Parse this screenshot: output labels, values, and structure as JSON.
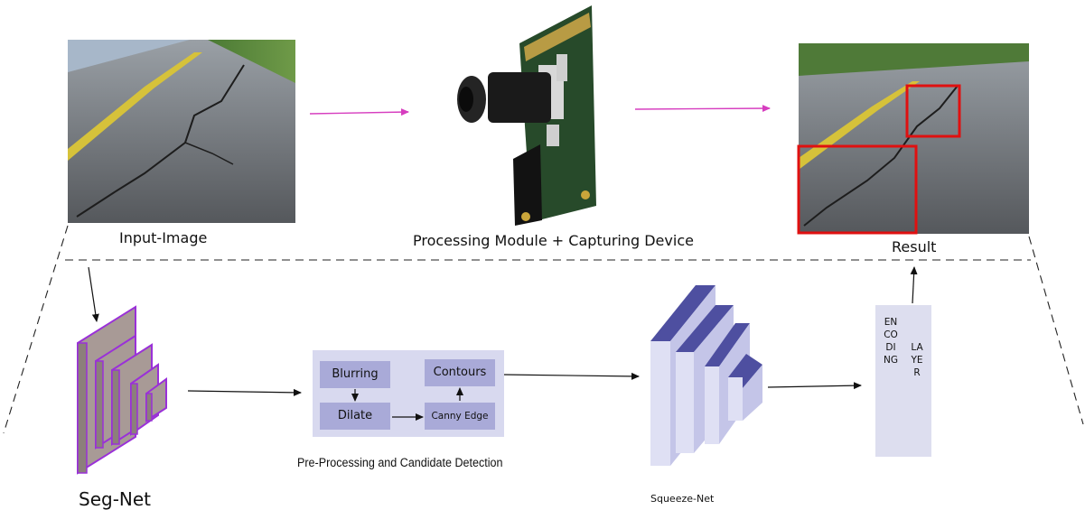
{
  "pipeline": {
    "input_label": "Input-Image",
    "processing_label": "Processing Module + Capturing Device",
    "result_label": "Result"
  },
  "segnet": {
    "label": "Seg-Net"
  },
  "preprocessing": {
    "label": "Pre-Processing and Candidate Detection",
    "steps": [
      "Blurring",
      "Dilate",
      "Canny Edge",
      "Contours"
    ]
  },
  "squeezenet": {
    "label": "Squeeze-Net"
  },
  "encoding": {
    "word1": "ENCODING",
    "word2": "LAYER"
  },
  "colors": {
    "arrow_magenta": "#d63dbf",
    "segnet_fill": "#a89a96",
    "segnet_edge": "#9a30d8",
    "squeeze_dark": "#4e4fa0",
    "squeeze_light": "#d4d5f2",
    "panel": "#d8d9ef",
    "step_box": "#a9aad8",
    "detection_box": "#e01010"
  }
}
